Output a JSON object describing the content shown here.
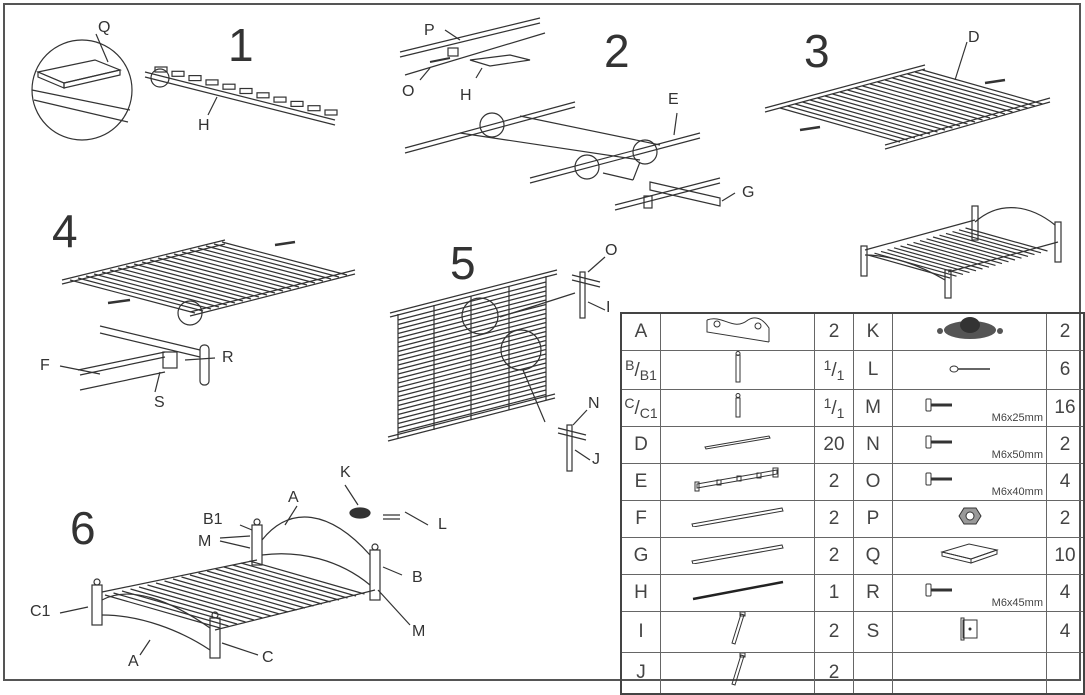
{
  "document": {
    "type": "assembly-instructions",
    "subject": "metal bed frame"
  },
  "steps": [
    {
      "number": "1",
      "labels": [
        "Q",
        "H"
      ]
    },
    {
      "number": "2",
      "labels": [
        "P",
        "O",
        "H",
        "E",
        "G"
      ]
    },
    {
      "number": "3",
      "labels": [
        "D"
      ]
    },
    {
      "number": "4",
      "labels": [
        "F",
        "R",
        "S"
      ]
    },
    {
      "number": "5",
      "labels": [
        "O",
        "I",
        "N",
        "J"
      ]
    },
    {
      "number": "6",
      "labels": [
        "K",
        "L",
        "A",
        "B1",
        "M",
        "B",
        "M",
        "C1",
        "A",
        "C"
      ]
    }
  ],
  "parts_table": {
    "left": [
      {
        "letter": "A",
        "qty": "2",
        "icon": "headboard-panel-icon"
      },
      {
        "letter": "B/B1",
        "letter_main": "B",
        "letter_sub": "B1",
        "qty": "1/1",
        "qty_num": "1",
        "qty_den": "1",
        "icon": "tall-post-icon"
      },
      {
        "letter": "C/C1",
        "letter_main": "C",
        "letter_sub": "C1",
        "qty": "1/1",
        "qty_num": "1",
        "qty_den": "1",
        "icon": "short-post-icon"
      },
      {
        "letter": "D",
        "qty": "20",
        "icon": "slat-icon"
      },
      {
        "letter": "E",
        "qty": "2",
        "icon": "side-rail-icon"
      },
      {
        "letter": "F",
        "qty": "2",
        "icon": "rail-icon"
      },
      {
        "letter": "G",
        "qty": "2",
        "icon": "rail-icon"
      },
      {
        "letter": "H",
        "qty": "1",
        "icon": "center-bar-icon"
      },
      {
        "letter": "I",
        "qty": "2",
        "icon": "leg-icon"
      },
      {
        "letter": "J",
        "qty": "2",
        "icon": "leg-icon"
      }
    ],
    "right": [
      {
        "letter": "K",
        "qty": "2",
        "icon": "ornament-icon",
        "spec": ""
      },
      {
        "letter": "L",
        "qty": "6",
        "icon": "screw-icon",
        "spec": ""
      },
      {
        "letter": "M",
        "qty": "16",
        "icon": "bolt-icon",
        "spec": "M6x25mm"
      },
      {
        "letter": "N",
        "qty": "2",
        "icon": "bolt-icon",
        "spec": "M6x50mm"
      },
      {
        "letter": "O",
        "qty": "4",
        "icon": "bolt-icon",
        "spec": "M6x40mm"
      },
      {
        "letter": "P",
        "qty": "2",
        "icon": "hex-nut-icon",
        "spec": ""
      },
      {
        "letter": "Q",
        "qty": "10",
        "icon": "slat-holder-icon",
        "spec": ""
      },
      {
        "letter": "R",
        "qty": "4",
        "icon": "bolt-icon",
        "spec": "M6x45mm"
      },
      {
        "letter": "S",
        "qty": "4",
        "icon": "bracket-icon",
        "spec": ""
      },
      {
        "letter": "",
        "qty": "",
        "icon": "",
        "spec": ""
      }
    ]
  }
}
